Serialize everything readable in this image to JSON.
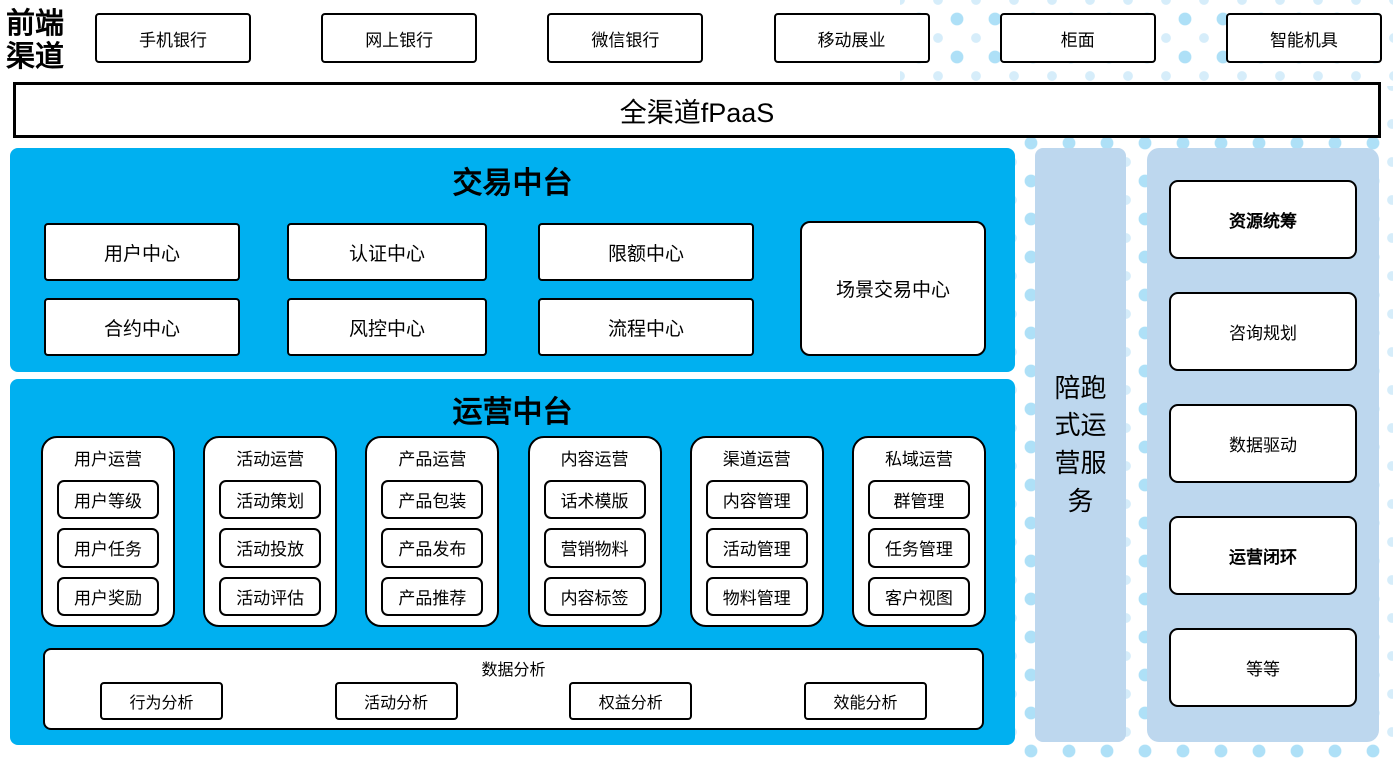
{
  "colors": {
    "cyan": "#00B0F0",
    "light_blue": "#BDD7EE",
    "dot_light": "#D6EDFA",
    "dot_dark": "#AEE0F7"
  },
  "channels": {
    "label": "前端渠道",
    "items": [
      "手机银行",
      "网上银行",
      "微信银行",
      "移动展业",
      "柜面",
      "智能机具"
    ]
  },
  "fpaas": {
    "label": "全渠道fPaaS"
  },
  "trade": {
    "title": "交易中台",
    "centers": [
      "用户中心",
      "认证中心",
      "限额中心",
      "合约中心",
      "风控中心",
      "流程中心"
    ],
    "tall_center": "场景交易中心"
  },
  "operation": {
    "title": "运营中台",
    "groups": [
      {
        "title": "用户运营",
        "items": [
          "用户等级",
          "用户任务",
          "用户奖励"
        ]
      },
      {
        "title": "活动运营",
        "items": [
          "活动策划",
          "活动投放",
          "活动评估"
        ]
      },
      {
        "title": "产品运营",
        "items": [
          "产品包装",
          "产品发布",
          "产品推荐"
        ]
      },
      {
        "title": "内容运营",
        "items": [
          "话术模版",
          "营销物料",
          "内容标签"
        ]
      },
      {
        "title": "渠道运营",
        "items": [
          "内容管理",
          "活动管理",
          "物料管理"
        ]
      },
      {
        "title": "私域运营",
        "items": [
          "群管理",
          "任务管理",
          "客户视图"
        ]
      }
    ],
    "analysis": {
      "title": "数据分析",
      "items": [
        "行为分析",
        "活动分析",
        "权益分析",
        "效能分析"
      ]
    }
  },
  "sidebar": {
    "label": "陪跑式运营服务"
  },
  "services": {
    "items": [
      {
        "label": "资源统筹",
        "bold": true
      },
      {
        "label": "咨询规划",
        "bold": false
      },
      {
        "label": "数据驱动",
        "bold": false
      },
      {
        "label": "运营闭环",
        "bold": true
      },
      {
        "label": "等等",
        "bold": false
      }
    ]
  }
}
